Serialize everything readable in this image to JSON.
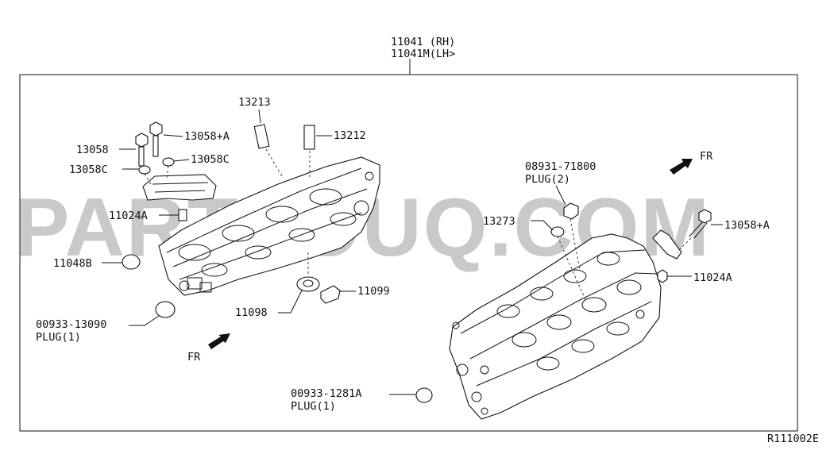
{
  "diagram": {
    "watermark": "PARTSOUQ.COM",
    "drawing_code": "R111002E",
    "direction_label": "FR",
    "labels": {
      "head_rh": "11041 (RH)",
      "head_lh": "11041M(LH>",
      "p13213": "13213",
      "p13212": "13212",
      "p13058": "13058",
      "p13058a_left": "13058+A",
      "p13058c_left": "13058C",
      "p13058c_right": "13058C",
      "p11024a_left": "11024A",
      "p11048b": "11048B",
      "p00933_13090": "00933-13090",
      "plug1_left": "PLUG(1)",
      "p11098": "11098",
      "p11099": "11099",
      "p08931": "08931-71800",
      "plug2": "PLUG(2)",
      "p13273": "13273",
      "p13058a_right": "13058+A",
      "p11024a_right": "11024A",
      "p00933_1281a": "00933-1281A",
      "plug1_right": "PLUG(1)"
    }
  }
}
